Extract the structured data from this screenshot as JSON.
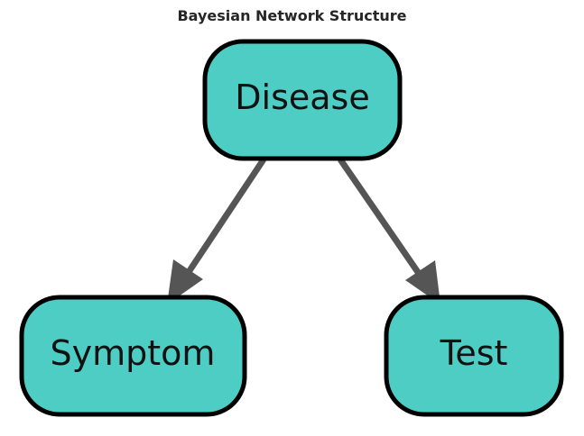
{
  "title": "Bayesian Network Structure",
  "colors": {
    "node_fill": "#4ecdc4",
    "node_stroke": "#000000",
    "edge": "#555555"
  },
  "nodes": [
    {
      "id": "disease",
      "label": "Disease"
    },
    {
      "id": "symptom",
      "label": "Symptom"
    },
    {
      "id": "test",
      "label": "Test"
    }
  ],
  "edges": [
    {
      "from": "disease",
      "to": "symptom"
    },
    {
      "from": "disease",
      "to": "test"
    }
  ]
}
